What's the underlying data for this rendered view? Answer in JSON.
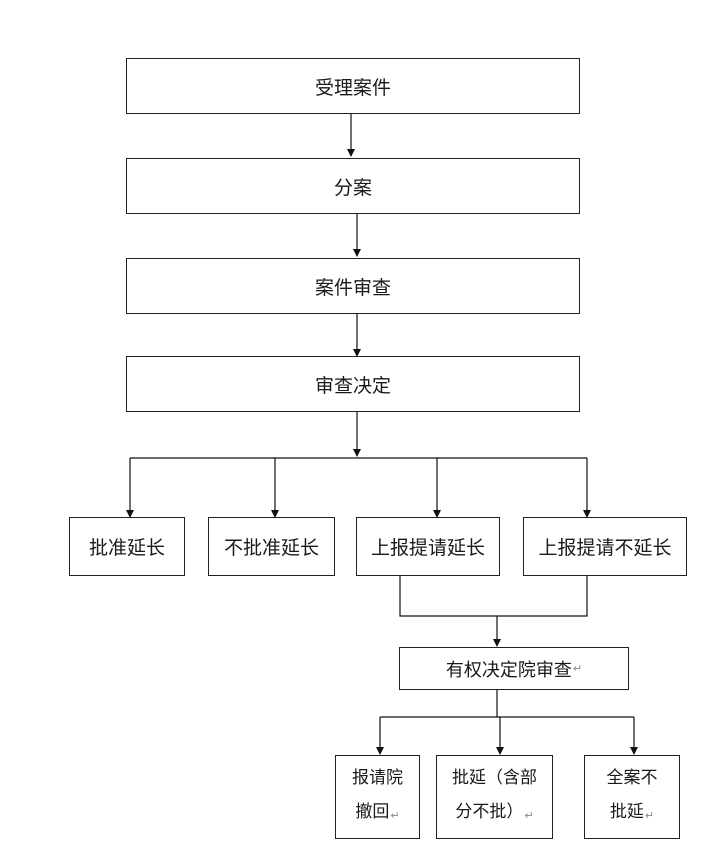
{
  "steps": {
    "accept": "受理案件",
    "assign": "分案",
    "review": "案件审查",
    "decide": "审查决定"
  },
  "outcomes": {
    "approve": "批准延长",
    "reject": "不批准延长",
    "report_extend": "上报提请延长",
    "report_no_extend": "上报提请不延长"
  },
  "higher_review": "有权决定院审查",
  "results": {
    "withdraw_line1": "报请院",
    "withdraw_line2": "撤回",
    "partial_line1": "批延（含部",
    "partial_line2": "分不批）",
    "full_line1": "全案不",
    "full_line2": "批延"
  },
  "paragraph_mark": "↵"
}
